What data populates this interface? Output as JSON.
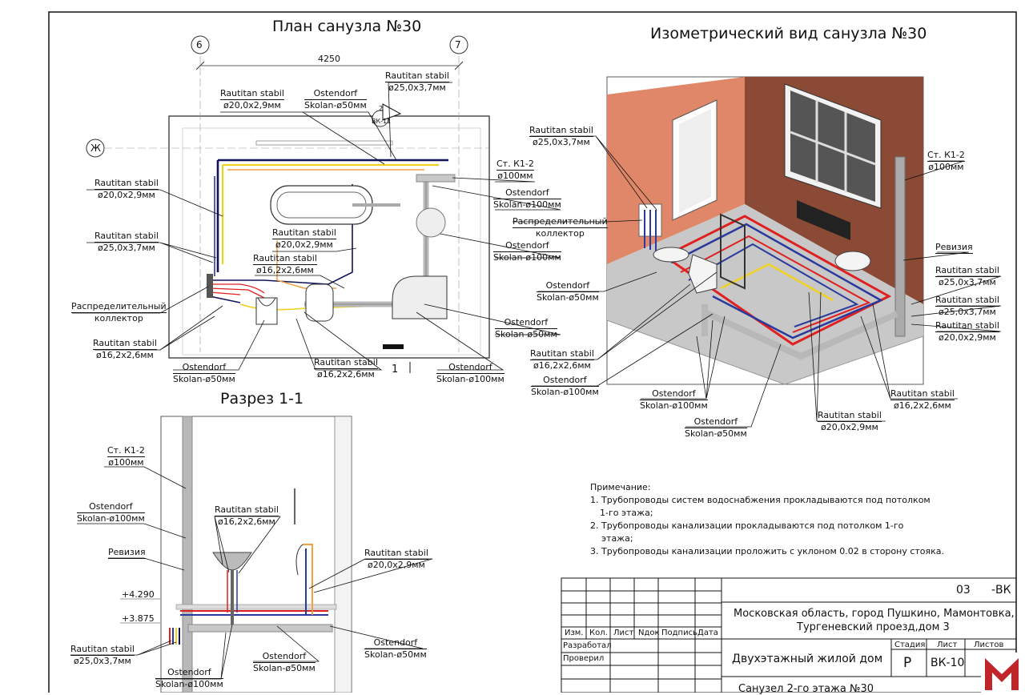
{
  "titles": {
    "plan": "План санузла  №30",
    "iso": "Изометрический вид санузла №30",
    "section": "Разрез 1-1"
  },
  "plan": {
    "dimension": "4250",
    "axis_6": "6",
    "axis_7": "7",
    "axis_zh": "Ж",
    "section_mark": "1",
    "riser_tag_a": "2",
    "riser_tag_b": "ВК-11",
    "labels": [
      {
        "l1": "Rautitan stabil",
        "l2": "ø25,0х3,7мм"
      },
      {
        "l1": "Rautitan stabil",
        "l2": "ø20,0х2,9мм"
      },
      {
        "l1": "Ostendorf",
        "l2": "Skolan-ø50мм"
      },
      {
        "l1": "Ст. К1-2",
        "l2": "ø100мм"
      },
      {
        "l1": "Rautitan stabil",
        "l2": "ø20,0х2,9мм"
      },
      {
        "l1": "Ostendorf",
        "l2": "Skolan-ø100мм"
      },
      {
        "l1": "Rautitan stabil",
        "l2": "ø25,0х3,7мм"
      },
      {
        "l1": "Rautitan stabil",
        "l2": "ø20,0х2,9мм"
      },
      {
        "l1": "Rautitan stabil",
        "l2": "ø16,2х2,6мм"
      },
      {
        "l1": "Ostendorf",
        "l2": "Skolan-ø100мм"
      },
      {
        "l1": "Распределительный",
        "l2": "коллектор"
      },
      {
        "l1": "Rautitan stabil",
        "l2": "ø16,2х2,6мм"
      },
      {
        "l1": "Ostendorf",
        "l2": "Skolan-ø50мм"
      },
      {
        "l1": "Ostendorf",
        "l2": "Skolan-ø50мм"
      },
      {
        "l1": "Rautitan stabil",
        "l2": "ø16,2х2,6мм"
      },
      {
        "l1": "Ostendorf",
        "l2": "Skolan-ø100мм"
      }
    ]
  },
  "iso": {
    "labels": [
      {
        "l1": "Rautitan stabil",
        "l2": "ø25,0х3,7мм"
      },
      {
        "l1": "Распределительный",
        "l2": "коллектор"
      },
      {
        "l1": "Ostendorf",
        "l2": "Skolan-ø50мм"
      },
      {
        "l1": "Rautitan stabil",
        "l2": "ø16,2х2,6мм"
      },
      {
        "l1": "Ostendorf",
        "l2": "Skolan-ø100мм"
      },
      {
        "l1": "Ostendorf",
        "l2": "Skolan-ø100мм"
      },
      {
        "l1": "Ostendorf",
        "l2": "Skolan-ø50мм"
      },
      {
        "l1": "Rautitan stabil",
        "l2": "ø20,0х2,9мм"
      },
      {
        "l1": "Rautitan stabil",
        "l2": "ø16,2х2,6мм"
      },
      {
        "l1": "Ст. К1-2",
        "l2": "ø100мм"
      },
      {
        "l1": "Ревизия",
        "l2": ""
      },
      {
        "l1": "Rautitan stabil",
        "l2": "ø25,0х3,7мм"
      },
      {
        "l1": "Rautitan stabil",
        "l2": "ø25,0х3,7мм"
      },
      {
        "l1": "Rautitan stabil",
        "l2": "ø20,0х2,9мм"
      }
    ]
  },
  "section": {
    "elev_1": "+4.290",
    "elev_2": "+3.875",
    "labels": [
      {
        "l1": "Ст. К1-2",
        "l2": "ø100мм"
      },
      {
        "l1": "Ostendorf",
        "l2": "Skolan-ø100мм"
      },
      {
        "l1": "Ревизия",
        "l2": ""
      },
      {
        "l1": "Rautitan stabil",
        "l2": "ø16,2х2,6мм"
      },
      {
        "l1": "Rautitan stabil",
        "l2": "ø20,0х2,9мм"
      },
      {
        "l1": "Ostendorf",
        "l2": "Skolan-ø50мм"
      },
      {
        "l1": "Rautitan stabil",
        "l2": "ø25,0х3,7мм"
      },
      {
        "l1": "Ostendorf",
        "l2": "Skolan-ø100мм"
      },
      {
        "l1": "Ostendorf",
        "l2": "Skolan-ø50мм"
      }
    ]
  },
  "notes": {
    "heading": "Примечание:",
    "n1a": "1. Трубопроводы систем водоснабжения прокладываются под потолком",
    "n1b": "1-го этажа;",
    "n2a": "2. Трубопроводы канализации прокладываются под потолком 1-го",
    "n2b": "этажа;",
    "n3": "3. Трубопроводы канализации проложить с уклоном 0.02 в сторону стояка."
  },
  "titleblock": {
    "code_num": "03",
    "code_suffix": "-ВК",
    "address_1": "Московская область, город Пушкино, Мамонтовка,",
    "address_2": "Тургеневский проезд,дом 3",
    "object": "Двухэтажный жилой дом",
    "sheet_name": "Санузел 2-го этажа №30",
    "col_izm": "Изм.",
    "col_kol": "Кол.",
    "col_list": "Лист",
    "col_ndok": "Nдок",
    "col_sign": "Подпись",
    "col_date": "Дата",
    "razrab": "Разработал",
    "proveril": "Проверил",
    "stadia_h": "Стадия",
    "list_h": "Лист",
    "listov_h": "Листов",
    "stadia": "Р",
    "list": "ВК-10"
  },
  "colors": {
    "hot": "#e02020",
    "cold": "#2a3a9c",
    "navy": "#12125a",
    "yellow": "#f0d020",
    "orange": "#f0a040",
    "sewer": "#b8b8b8",
    "wall_brick": "#e0876a",
    "wall_dark": "#8a4a36",
    "floor": "#c8c8c8",
    "logo": "#c0252a"
  }
}
